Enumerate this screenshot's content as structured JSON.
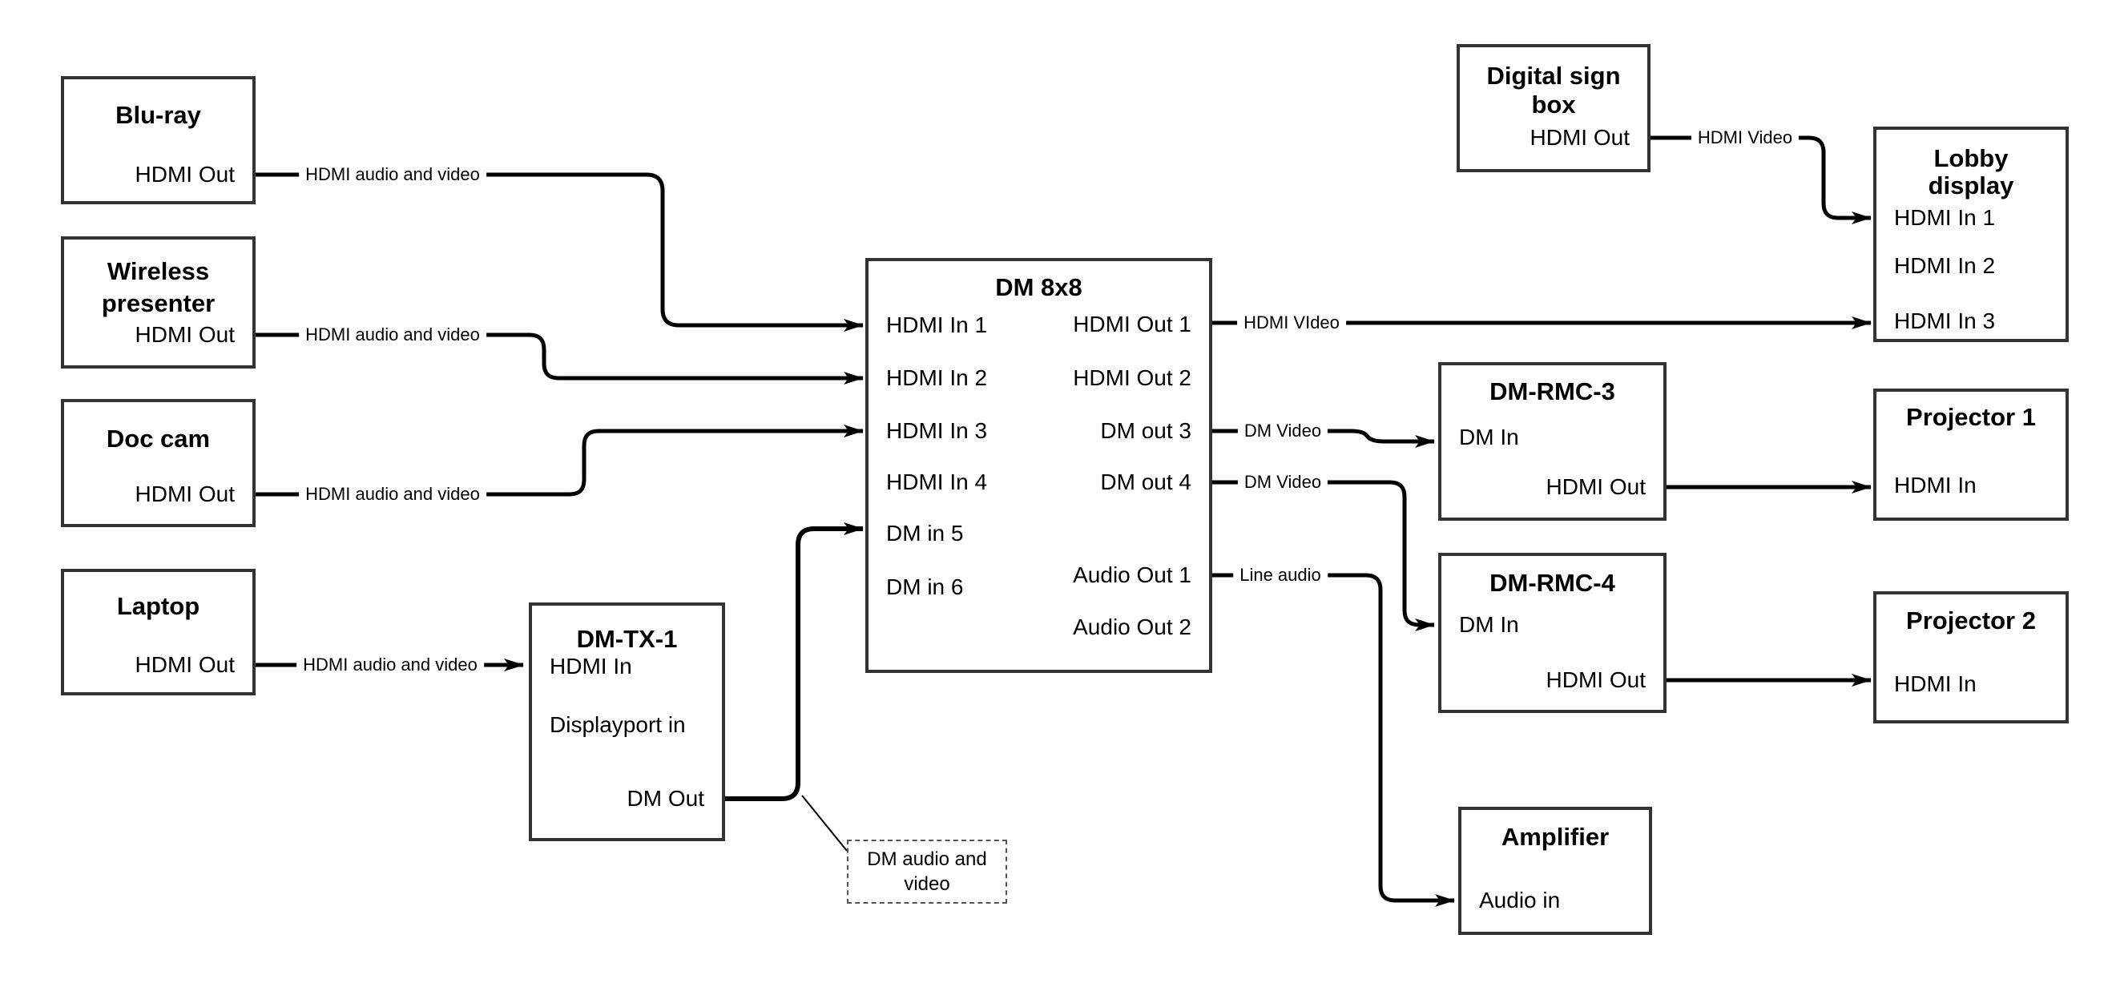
{
  "diagram": {
    "type": "av-signal-flow-block-diagram",
    "background_color": "#ffffff",
    "line_color": "#000000",
    "box_border_color": "#333333"
  },
  "nodes": {
    "bluray": {
      "title": "Blu-ray",
      "ports": {
        "hdmi_out": "HDMI Out"
      }
    },
    "wireless": {
      "title_line1": "Wireless",
      "title_line2": "presenter",
      "ports": {
        "hdmi_out": "HDMI Out"
      }
    },
    "doccam": {
      "title": "Doc cam",
      "ports": {
        "hdmi_out": "HDMI Out"
      }
    },
    "laptop": {
      "title": "Laptop",
      "ports": {
        "hdmi_out": "HDMI Out"
      }
    },
    "dmtx1": {
      "title": "DM-TX-1",
      "ports": {
        "hdmi_in": "HDMI In",
        "displayport_in": "Displayport in",
        "dm_out": "DM Out"
      }
    },
    "dm8x8": {
      "title": "DM 8x8",
      "ports": {
        "hdmi_in_1": "HDMI In 1",
        "hdmi_in_2": "HDMI In 2",
        "hdmi_in_3": "HDMI In 3",
        "hdmi_in_4": "HDMI In 4",
        "dm_in_5": "DM in 5",
        "dm_in_6": "DM in 6",
        "hdmi_out_1": "HDMI Out 1",
        "hdmi_out_2": "HDMI Out 2",
        "dm_out_3": "DM out 3",
        "dm_out_4": "DM out 4",
        "audio_out_1": "Audio Out 1",
        "audio_out_2": "Audio Out 2"
      }
    },
    "signbox": {
      "title_line1": "Digital sign",
      "title_line2": "box",
      "ports": {
        "hdmi_out": "HDMI Out"
      }
    },
    "lobby": {
      "title_line1": "Lobby",
      "title_line2": "display",
      "ports": {
        "hdmi_in_1": "HDMI In 1",
        "hdmi_in_2": "HDMI In 2",
        "hdmi_in_3": "HDMI In 3"
      }
    },
    "rmc3": {
      "title": "DM-RMC-3",
      "ports": {
        "dm_in": "DM In",
        "hdmi_out": "HDMI Out"
      }
    },
    "proj1": {
      "title": "Projector 1",
      "ports": {
        "hdmi_in": "HDMI In"
      }
    },
    "rmc4": {
      "title": "DM-RMC-4",
      "ports": {
        "dm_in": "DM In",
        "hdmi_out": "HDMI Out"
      }
    },
    "proj2": {
      "title": "Projector 2",
      "ports": {
        "hdmi_in": "HDMI In"
      }
    },
    "amp": {
      "title": "Amplifier",
      "ports": {
        "audio_in": "Audio in"
      }
    }
  },
  "connection_labels": {
    "bluray_av": "HDMI audio and video",
    "wireless_av": "HDMI audio and video",
    "doccam_av": "HDMI audio and video",
    "laptop_av": "HDMI audio and video",
    "out1_video": "HDMI VIdeo",
    "out3_video": "DM Video",
    "out4_video": "DM Video",
    "audio1_line": "Line audio",
    "sign_video": "HDMI Video",
    "note_line1": "DM audio and",
    "note_line2": "video"
  }
}
